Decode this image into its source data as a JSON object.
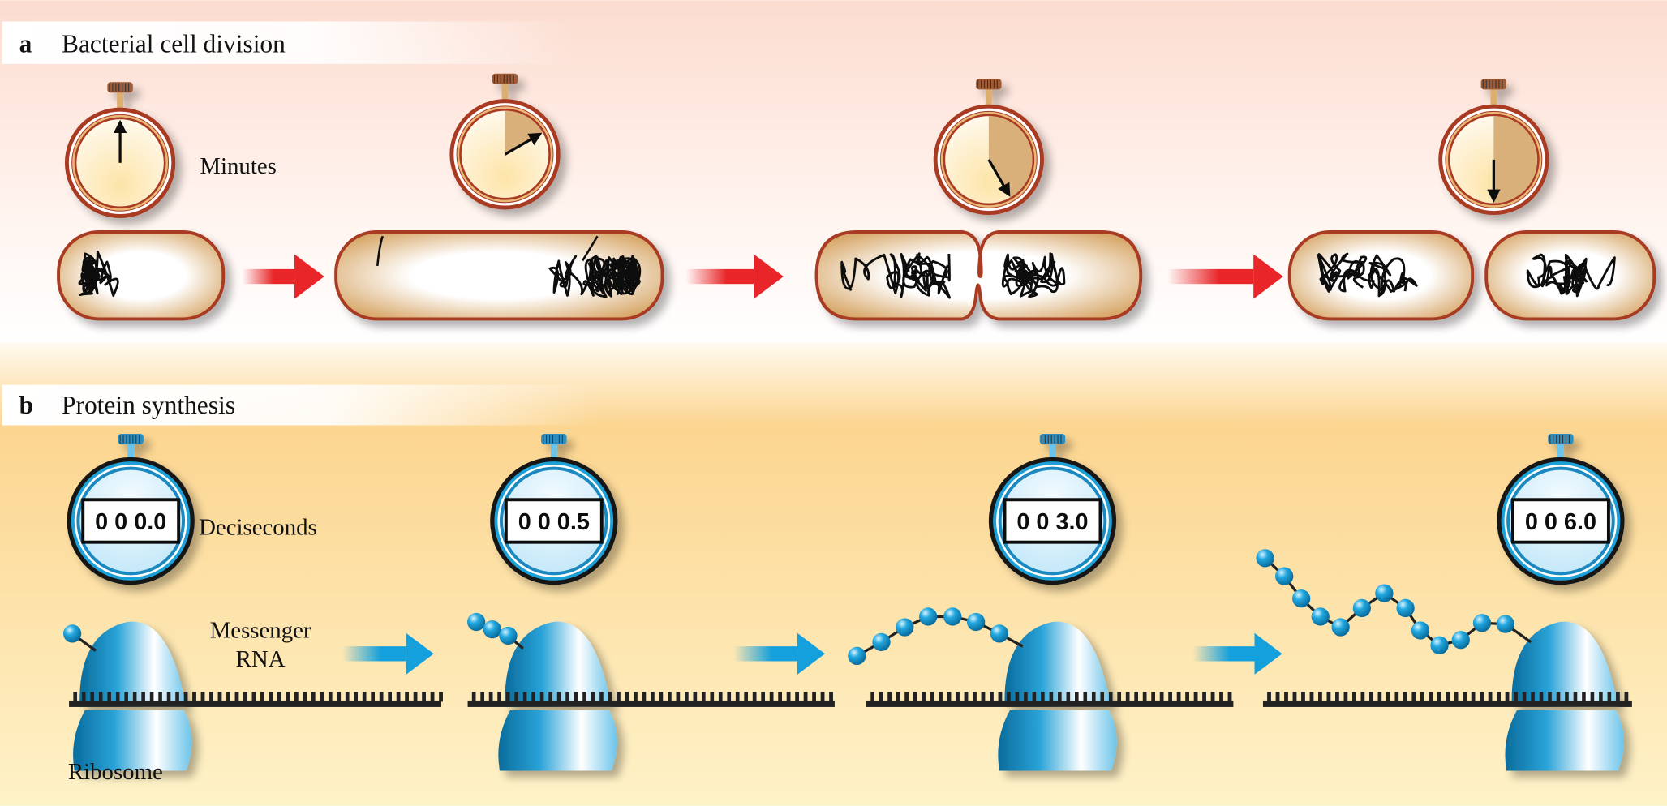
{
  "panel_a": {
    "letter": "a",
    "title": "Bacterial cell division",
    "unit_label": "Minutes",
    "stopwatches": [
      {
        "elapsed_fraction": 0
      },
      {
        "elapsed_fraction": 0.1667
      },
      {
        "elapsed_fraction": 0.4167
      },
      {
        "elapsed_fraction": 0.5
      }
    ]
  },
  "panel_b": {
    "letter": "b",
    "title": "Protein synthesis",
    "unit_label": "Deciseconds",
    "mrna_label_line1": "Messenger",
    "mrna_label_line2": "RNA",
    "ribosome_label": "Ribosome",
    "stopwatches": [
      {
        "display": "0 0 0.0"
      },
      {
        "display": "0 0 0.5"
      },
      {
        "display": "0 0 3.0"
      },
      {
        "display": "0 0 6.0"
      }
    ]
  },
  "colors": {
    "cell_outline": "#a83a22",
    "red_arrow": "#e8262a",
    "blue_arrow": "#14a0dc",
    "ribosome": "#1a8cc4"
  }
}
